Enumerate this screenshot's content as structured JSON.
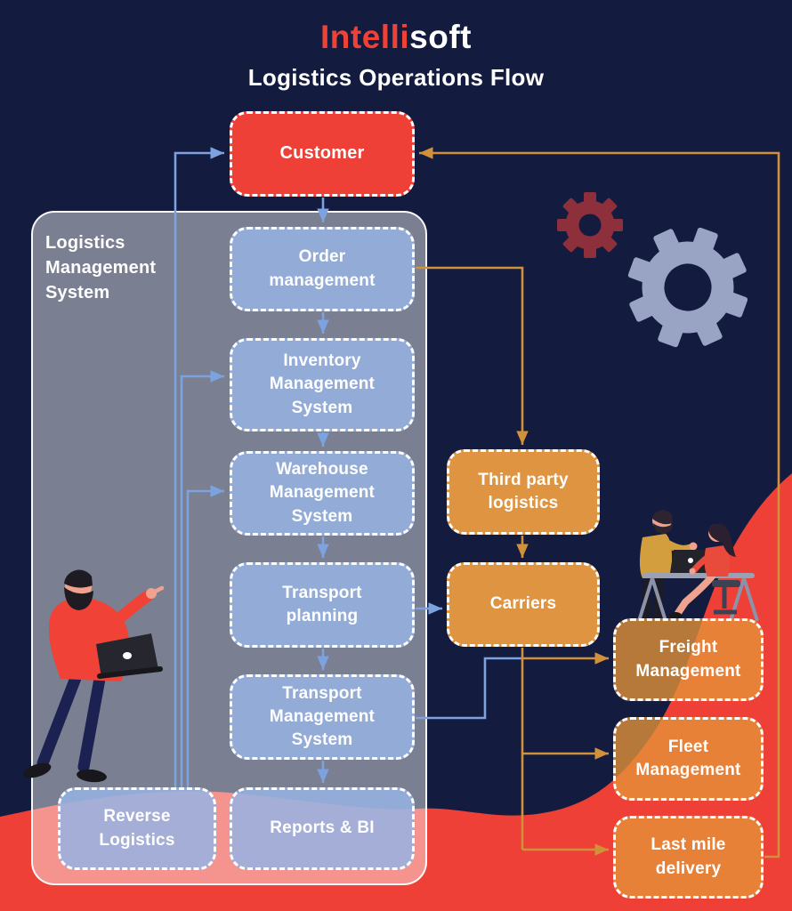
{
  "header": {
    "brand_intelli": "Intelli",
    "brand_soft": "soft",
    "subtitle": "Logistics Operations Flow"
  },
  "panel": {
    "label": "Logistics Management System"
  },
  "nodes": {
    "customer": "Customer",
    "order": "Order management",
    "inventory": "Inventory Management System",
    "warehouse": "Warehouse Management System",
    "transport_planning": "Transport planning",
    "tms": "Transport Management System",
    "reports": "Reports & BI",
    "reverse": "Reverse Logistics",
    "third_party": "Third party logistics",
    "carriers": "Carriers",
    "freight": "Freight Management",
    "fleet": "Fleet Management",
    "last_mile": "Last mile delivery"
  },
  "icons": [
    "gear-icon",
    "gear-icon-small",
    "worker-with-laptop-illustration",
    "meeting-at-desk-illustration"
  ],
  "colors": {
    "background": "#131b3e",
    "brand_red": "#ef4136",
    "customer_red": "#ee4036",
    "wave_red": "#ee4036",
    "blue_node": "#96b2e2",
    "orange_node": "#de9440",
    "panel_overlay": "rgba(255,255,255,0.44)",
    "line_blue": "#7ca2df",
    "line_orange": "#d1903a",
    "gear_red": "#8e2f3c",
    "gear_grey": "#99a3c3"
  }
}
